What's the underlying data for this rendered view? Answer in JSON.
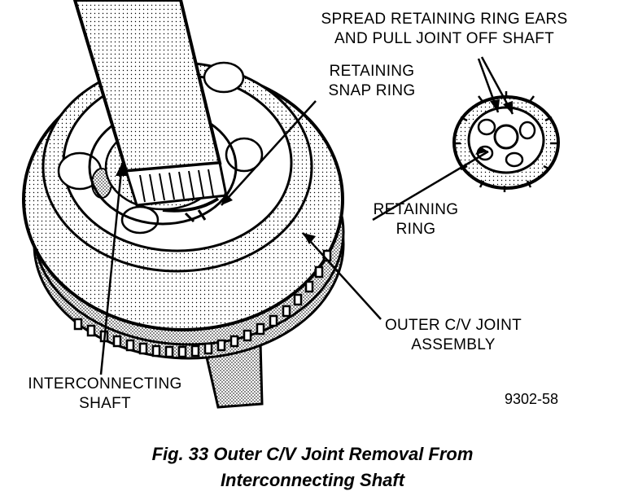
{
  "labels": {
    "spread_line1": "SPREAD RETAINING RING EARS",
    "spread_line2": "AND PULL JOINT OFF SHAFT",
    "snap_line1": "RETAINING",
    "snap_line2": "SNAP RING",
    "ring_line1": "RETAINING",
    "ring_line2": "RING",
    "outer_line1": "OUTER C/V JOINT",
    "outer_line2": "ASSEMBLY",
    "shaft_line1": "INTERCONNECTING",
    "shaft_line2": "SHAFT"
  },
  "figure_code": "9302-58",
  "caption": {
    "line1": "Fig. 33 Outer C/V Joint Removal From",
    "line2": "Interconnecting Shaft"
  }
}
